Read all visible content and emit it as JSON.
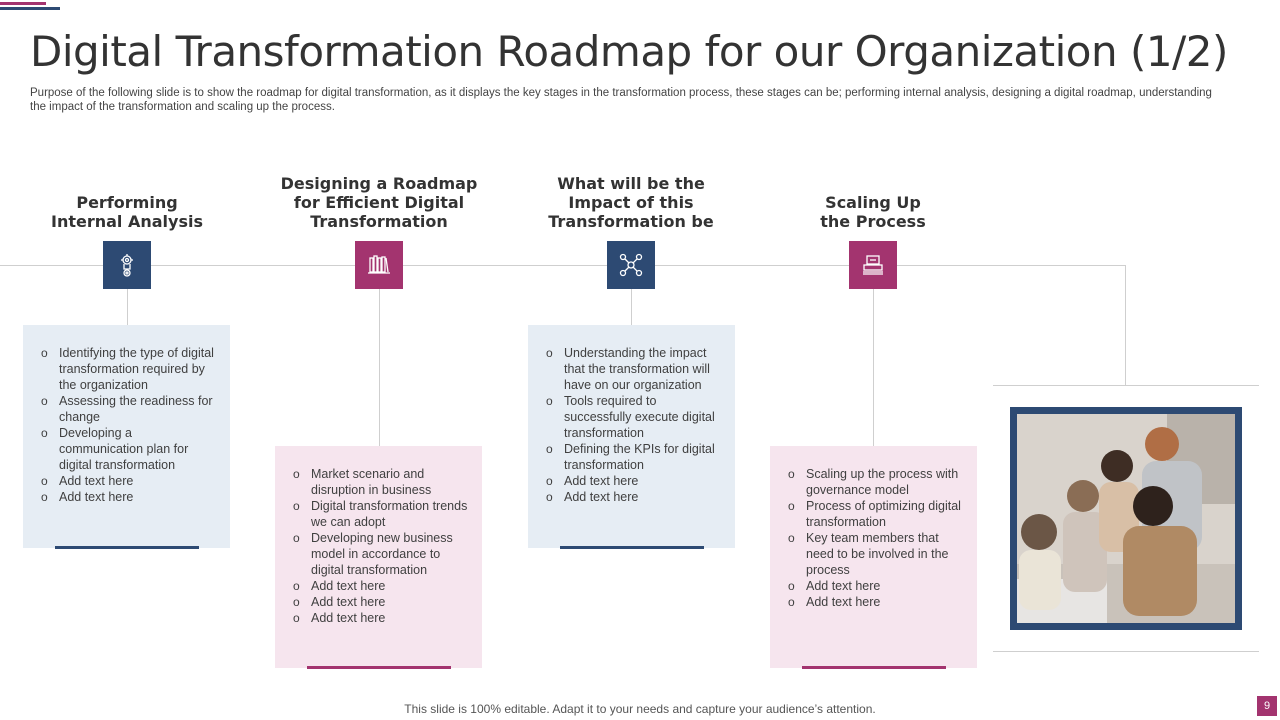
{
  "title": "Digital Transformation Roadmap for our Organization (1/2)",
  "subtitle": "Purpose of the following slide is to show the roadmap for digital transformation, as it displays the key stages in the transformation process, these stages can be; performing internal analysis, designing a digital roadmap, understanding the impact of the transformation and scaling up the process.",
  "colors": {
    "navy": "#2d4a73",
    "magenta": "#a3346f",
    "card_blue": "#e6edf4",
    "card_pink": "#f6e5ee"
  },
  "stages": [
    {
      "title": "Performing\nInternal Analysis",
      "icon": "gear-cog-icon",
      "items": [
        "Identifying the type of digital transformation required by the organization",
        "Assessing the readiness for change",
        "Developing a communication plan for digital transformation",
        "Add text here",
        "Add text here"
      ]
    },
    {
      "title": "Designing a Roadmap\nfor Efficient Digital\nTransformation",
      "icon": "books-icon",
      "items": [
        "Market scenario and disruption in business",
        "Digital transformation trends we can adopt",
        "Developing new business model in accordance to digital transformation",
        "Add text here",
        "Add text here",
        "Add text here"
      ]
    },
    {
      "title": "What will be the\nImpact of this\nTransformation be",
      "icon": "network-icon",
      "items": [
        "Understanding the impact that the transformation will have on our organization",
        "Tools required to successfully execute digital transformation",
        "Defining the KPIs for digital transformation",
        "Add text here",
        "Add text here"
      ]
    },
    {
      "title": "Scaling Up\nthe Process",
      "icon": "scale-machine-icon",
      "items": [
        "Scaling up the process with governance model",
        "Process of optimizing digital transformation",
        "Key team members that need to be involved in the process",
        "Add text here",
        "Add text here"
      ]
    }
  ],
  "footer": "This slide is 100% editable. Adapt it to your needs and capture your audience’s attention.",
  "page_number": "9"
}
